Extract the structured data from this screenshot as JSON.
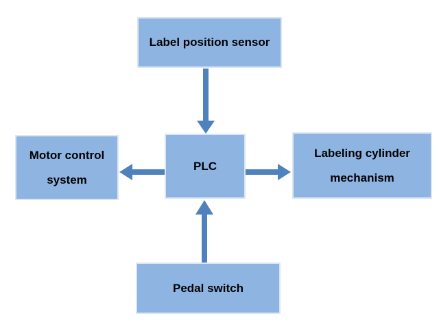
{
  "diagram": {
    "nodes": [
      {
        "id": "label-position-sensor",
        "label": "Label position sensor"
      },
      {
        "id": "motor-control-system",
        "label": "Motor control system"
      },
      {
        "id": "plc",
        "label": "PLC"
      },
      {
        "id": "labeling-cylinder-mechanism",
        "label": "Labeling cylinder mechanism"
      },
      {
        "id": "pedal-switch",
        "label": "Pedal switch"
      }
    ],
    "connections": [
      {
        "from": "Label position sensor",
        "to": "PLC",
        "direction": "down"
      },
      {
        "from": "PLC",
        "to": "Motor control system",
        "direction": "left"
      },
      {
        "from": "PLC",
        "to": "Labeling cylinder mechanism",
        "direction": "right"
      },
      {
        "from": "Pedal switch",
        "to": "PLC",
        "direction": "up"
      }
    ]
  },
  "colors": {
    "node_fill": "#8EB4E2",
    "node_border": "#DCE6F2",
    "arrow": "#4F81BD",
    "text": "#000000",
    "background": "#FFFFFF"
  }
}
